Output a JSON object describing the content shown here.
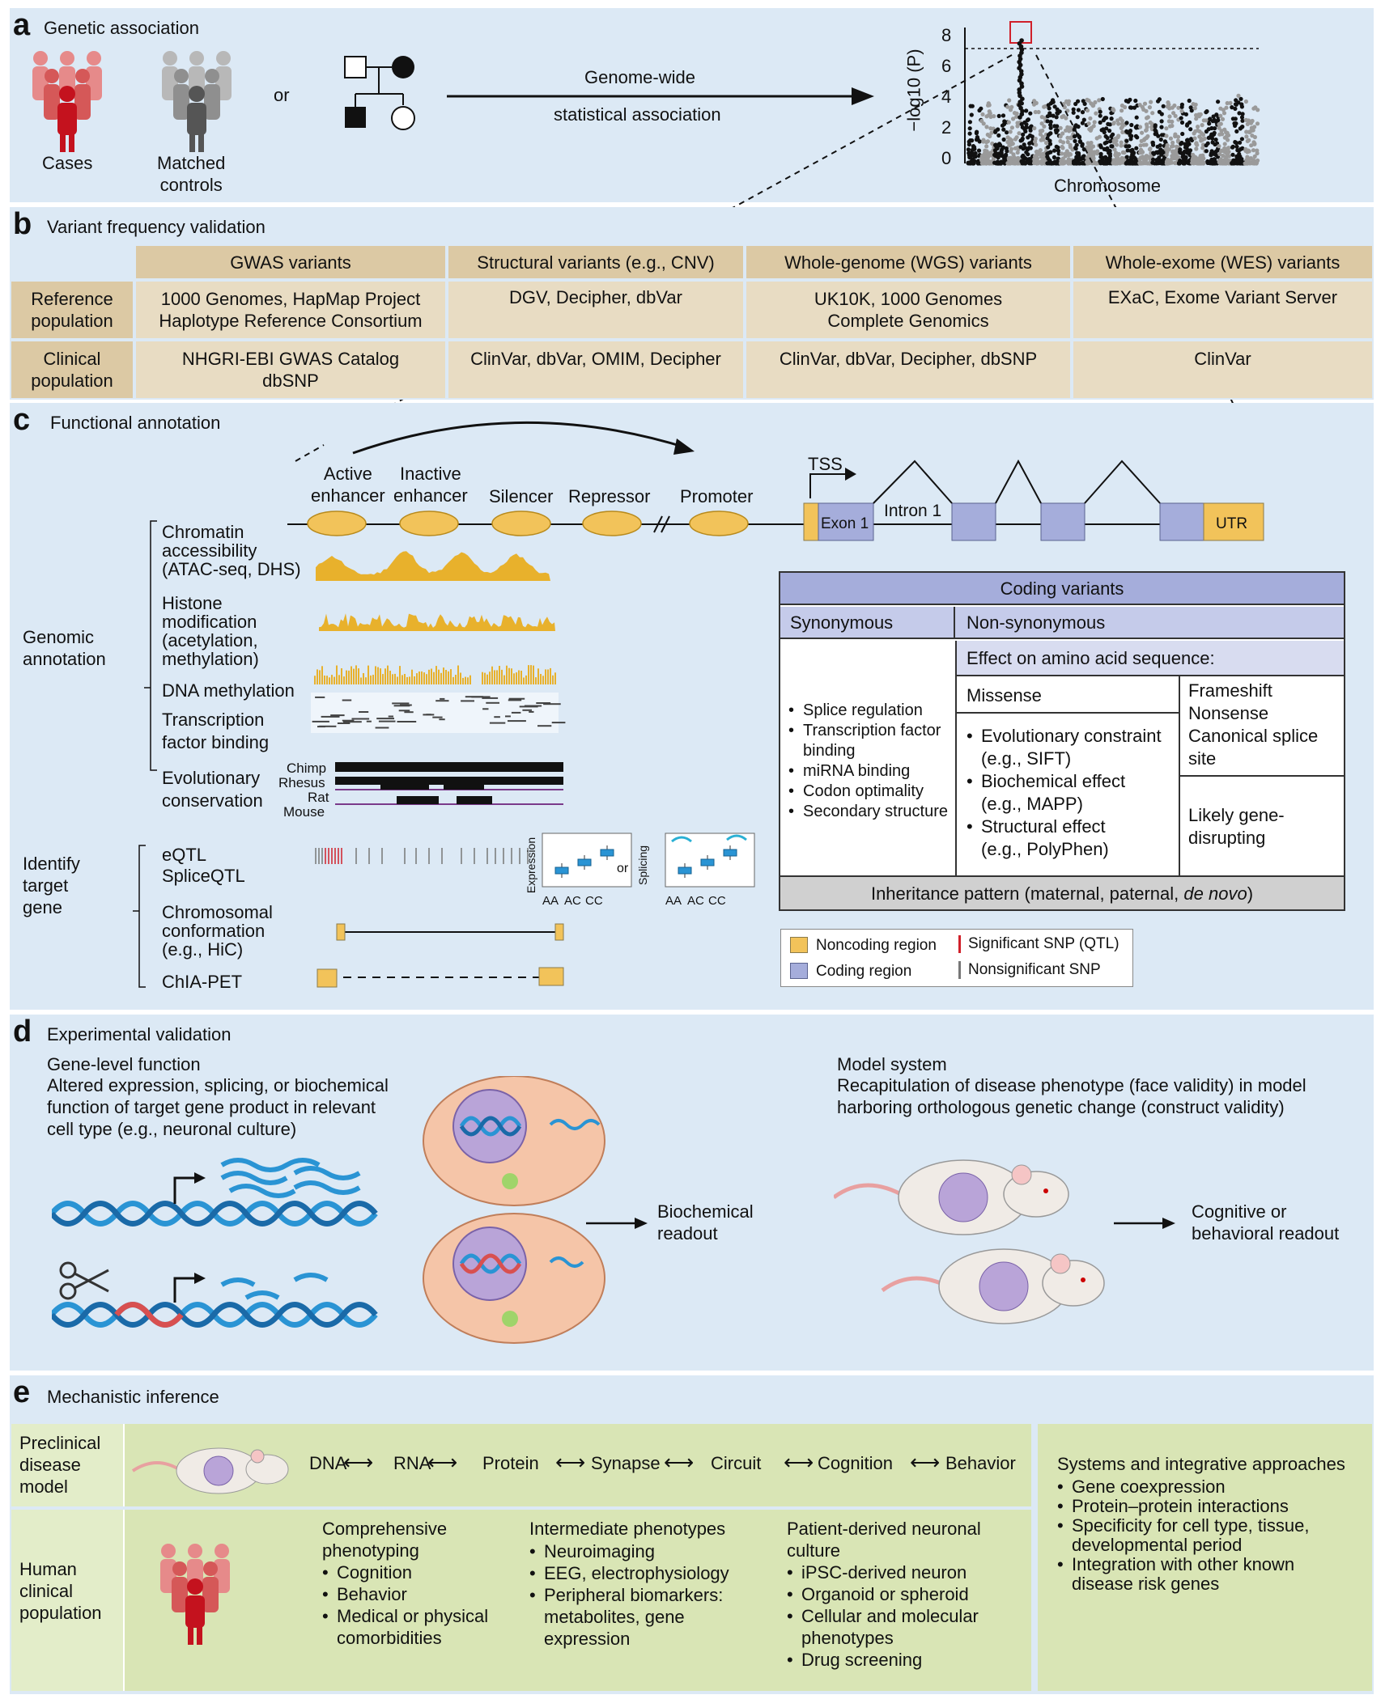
{
  "panel_a": {
    "letter": "a",
    "title": "Genetic association",
    "cases": "Cases",
    "controls_1": "Matched",
    "controls_2": "controls",
    "or": "or",
    "arrow_1": "Genome-wide",
    "arrow_2": "statistical association",
    "y_label": "−log10 (P)",
    "x_label": "Chromosome",
    "y_ticks": [
      "0",
      "2",
      "4",
      "6",
      "8"
    ]
  },
  "panel_b": {
    "letter": "b",
    "title": "Variant frequency validation",
    "col_headers": [
      "GWAS variants",
      "Structural variants (e.g., CNV)",
      "Whole-genome (WGS) variants",
      "Whole-exome (WES) variants"
    ],
    "row_headers": [
      [
        "Reference",
        "population"
      ],
      [
        "Clinical",
        "population"
      ]
    ],
    "reference": [
      [
        "1000 Genomes, HapMap Project",
        "Haplotype Reference Consortium"
      ],
      [
        "DGV, Decipher, dbVar"
      ],
      [
        "UK10K, 1000 Genomes",
        "Complete Genomics"
      ],
      [
        "EXaC, Exome Variant Server"
      ]
    ],
    "clinical": [
      [
        "NHGRI-EBI GWAS Catalog",
        "dbSNP"
      ],
      [
        "ClinVar, dbVar, OMIM, Decipher"
      ],
      [
        "ClinVar, dbVar, Decipher, dbSNP"
      ],
      [
        "ClinVar"
      ]
    ]
  },
  "panel_c": {
    "letter": "c",
    "title": "Functional annotation",
    "elements": [
      [
        "Active",
        "enhancer"
      ],
      [
        "Inactive",
        "enhancer"
      ],
      [
        "Silencer"
      ],
      [
        "Repressor"
      ],
      [
        "Promoter"
      ]
    ],
    "tss": "TSS",
    "exon1": "Exon 1",
    "intron1": "Intron 1",
    "utr": "UTR",
    "genomic_annotation": [
      "Genomic",
      "annotation"
    ],
    "identify_target": [
      "Identify",
      "target",
      "gene"
    ],
    "tracks": {
      "chromatin": [
        "Chromatin",
        "accessibility",
        "(ATAC-seq, DHS)"
      ],
      "histone": [
        "Histone",
        "modification",
        "(acetylation,",
        "methylation)"
      ],
      "dna_meth": "DNA methylation",
      "tf": [
        "Transcription",
        "factor binding"
      ],
      "evo": [
        "Evolutionary",
        "conservation"
      ],
      "species": [
        "Chimp",
        "Rhesus",
        "Rat",
        "Mouse"
      ],
      "qtl": [
        "eQTL",
        "SpliceQTL"
      ],
      "chrom_conf": [
        "Chromosomal",
        "conformation",
        "(e.g., HiC)"
      ],
      "chia": "ChIA-PET"
    },
    "mini_plot": {
      "expression": "Expression",
      "splicing": "Splicing",
      "or": "or",
      "genotypes": [
        "AA",
        "AC",
        "CC"
      ]
    },
    "coding": {
      "title": "Coding variants",
      "synonymous": "Synonymous",
      "non_synonymous": "Non-synonymous",
      "effect": "Effect on amino acid sequence:",
      "syn_items": [
        "Splice regulation",
        "Transcription factor binding",
        "miRNA binding",
        "Codon optimality",
        "Secondary structure"
      ],
      "missense": "Missense",
      "missense_items": [
        [
          "Evolutionary constraint",
          "(e.g., SIFT)"
        ],
        [
          "Biochemical effect",
          "(e.g., MAPP)"
        ],
        [
          "Structural effect",
          "(e.g., PolyPhen)"
        ]
      ],
      "frameshift": [
        "Frameshift",
        "Nonsense",
        "Canonical splice",
        "site"
      ],
      "likely": [
        "Likely gene-",
        "disrupting"
      ],
      "inheritance_pre": "Inheritance pattern (maternal, paternal, ",
      "inheritance_em": "de novo",
      "inheritance_post": ")"
    },
    "legend": {
      "noncoding": "Noncoding region",
      "coding": "Coding region",
      "sig": "Significant SNP (QTL)",
      "nonsig": "Nonsignificant SNP"
    },
    "colors": {
      "noncoding": "#f2c35a",
      "coding": "#a5addb",
      "panel": "#dce9f5",
      "track": "#e8b12c",
      "sig": "#d0202a"
    }
  },
  "panel_d": {
    "letter": "d",
    "title": "Experimental validation",
    "gene_level": "Gene-level function",
    "gene_desc": [
      "Altered expression, splicing, or biochemical",
      "function of target gene product in relevant",
      "cell type (e.g., neuronal culture)"
    ],
    "biochem": [
      "Biochemical",
      "readout"
    ],
    "model": "Model system",
    "model_desc": [
      "Recapitulation of disease phenotype (face validity) in model",
      "harboring orthologous genetic change (construct validity)"
    ],
    "cog": [
      "Cognitive or",
      "behavioral readout"
    ]
  },
  "panel_e": {
    "letter": "e",
    "title": "Mechanistic inference",
    "preclinical": [
      "Preclinical",
      "disease",
      "model"
    ],
    "chain": [
      "DNA",
      "RNA",
      "Protein",
      "Synapse",
      "Circuit",
      "Cognition",
      "Behavior"
    ],
    "human": [
      "Human",
      "clinical",
      "population"
    ],
    "col1_title": [
      "Comprehensive",
      "phenotyping"
    ],
    "col1_items": [
      "Cognition",
      "Behavior",
      "Medical or physical comorbidities"
    ],
    "col2_title": "Intermediate phenotypes",
    "col2_items": [
      "Neuroimaging",
      "EEG, electrophysiology",
      "Peripheral biomarkers: metabolites, gene expression"
    ],
    "col3_title": [
      "Patient-derived neuronal",
      "culture"
    ],
    "col3_items": [
      "iPSC-derived neuron",
      "Organoid or spheroid",
      "Cellular and molecular phenotypes",
      "Drug screening"
    ],
    "systems_title": "Systems and integrative approaches",
    "systems_items": [
      "Gene coexpression",
      "Protein–protein interactions",
      "Specificity for cell type, tissue, developmental period",
      "Integration with other known disease risk genes"
    ]
  }
}
